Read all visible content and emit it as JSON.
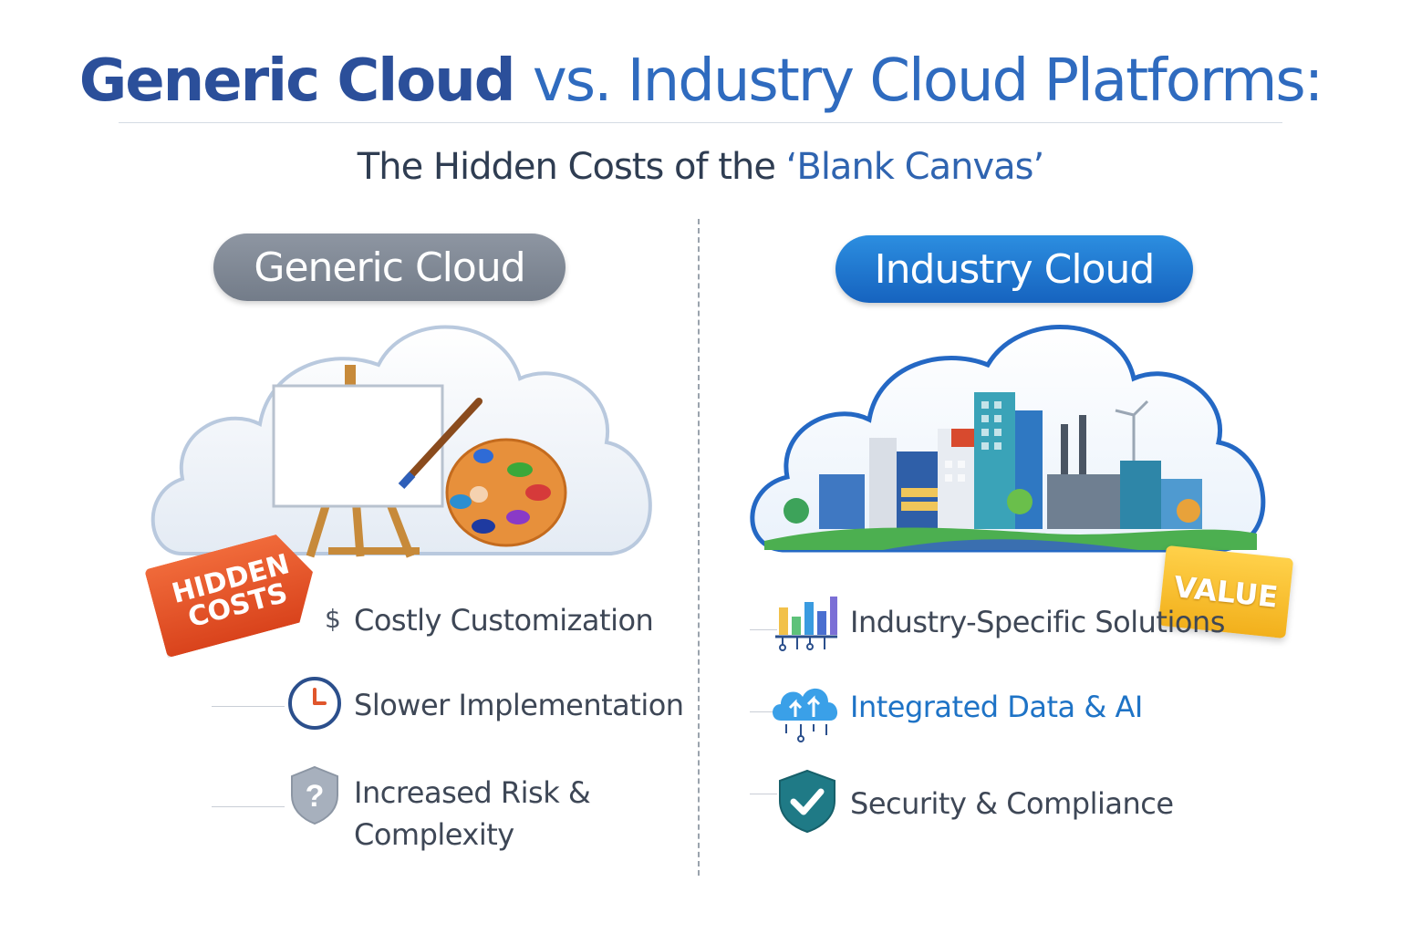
{
  "title": {
    "part1": "Generic Cloud",
    "part2": "vs. Industry Cloud Platforms:"
  },
  "subtitle": {
    "main": "The Hidden Costs of the ",
    "quoted": "‘Blank Canvas’"
  },
  "left": {
    "heading": "Generic Cloud",
    "tag": {
      "line1": "HIDDEN",
      "line2": "COSTS"
    },
    "items": [
      {
        "label": "Costly Customization",
        "icon": "dollar-icon"
      },
      {
        "label": "Slower Implementation",
        "icon": "clock-icon"
      },
      {
        "label_line1": "Increased Risk &",
        "label_line2": "Complexity",
        "icon": "shield-question-icon"
      }
    ]
  },
  "right": {
    "heading": "Industry Cloud",
    "tag": "VALUE",
    "items": [
      {
        "label": "Industry-Specific Solutions",
        "icon": "bar-chart-circuit-icon"
      },
      {
        "label": "Integrated Data & AI",
        "icon": "cloud-upload-circuit-icon"
      },
      {
        "label": "Security & Compliance",
        "icon": "shield-check-icon"
      }
    ]
  },
  "colors": {
    "title_dark_blue": "#2b4f9a",
    "title_blue": "#2f6bbf",
    "generic_pill": "#7d8693",
    "industry_pill": "#1d74cf",
    "hidden_tag": "#e4552a",
    "value_tag": "#f7c232",
    "shield_check": "#1f7a86"
  }
}
